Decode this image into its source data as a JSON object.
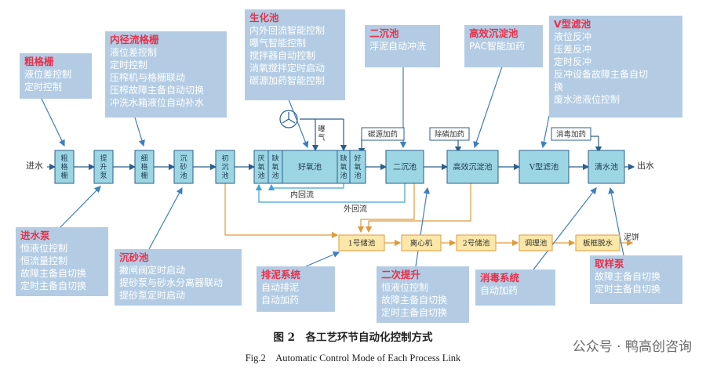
{
  "process_units": [
    {
      "id": "coarse-screen",
      "label": "粗\n格\n栅"
    },
    {
      "id": "lift-pump",
      "label": "提\n升\n泵"
    },
    {
      "id": "fine-screen",
      "label": "细\n格\n栅"
    },
    {
      "id": "grit-chamber",
      "label": "沉\n砂\n池"
    },
    {
      "id": "primary-clarifier",
      "label": "初\n沉\n池"
    },
    {
      "id": "anaerobic",
      "label": "厌\n氧\n池"
    },
    {
      "id": "anoxic-1",
      "label": "缺\n氧\n池"
    },
    {
      "id": "aerobic-1",
      "label": "好氧池"
    },
    {
      "id": "anoxic-2",
      "label": "缺\n氧\n池"
    },
    {
      "id": "aerobic-2",
      "label": "好\n氧\n池"
    },
    {
      "id": "secondary-clarifier",
      "label": "二沉池"
    },
    {
      "id": "high-eff-settling",
      "label": "高效沉淀池"
    },
    {
      "id": "v-filter",
      "label": "V型滤池"
    },
    {
      "id": "clear-water",
      "label": "清水池"
    }
  ],
  "sludge_units": [
    {
      "id": "storage-1",
      "label": "1号储池"
    },
    {
      "id": "centrifuge",
      "label": "离心机"
    },
    {
      "id": "storage-2",
      "label": "2号储池"
    },
    {
      "id": "conditioning",
      "label": "调理池"
    },
    {
      "id": "plate-press",
      "label": "板框脱水"
    }
  ],
  "dosing": [
    {
      "id": "carbon-dosing",
      "label": "碳源加药"
    },
    {
      "id": "p-removal-dosing",
      "label": "除磷加药"
    },
    {
      "id": "disinfect-dosing",
      "label": "消毒加药"
    }
  ],
  "flow_labels": {
    "inlet": "进水",
    "outlet": "出水",
    "sludge_out": "泥饼",
    "aeration": "曝\n气",
    "internal": "内回流",
    "external": "外回流"
  },
  "callouts": [
    {
      "id": "coarse-screen",
      "title": "粗格栅",
      "lines": [
        "液位差控制",
        "定时控制"
      ]
    },
    {
      "id": "fine-screen",
      "title": "内径流格栅",
      "lines": [
        "液位差控制",
        "定时控制",
        "压榨机与格栅联动",
        "压榨故障主备自动切换",
        "冲洗水箱液位自动补水"
      ]
    },
    {
      "id": "bio-tank",
      "title": "生化池",
      "lines": [
        "内外回流智能控制",
        "曝气智能控制",
        "搅拌器自动控制",
        "消氧搅拌定时启动",
        "碳源加药智能控制"
      ]
    },
    {
      "id": "secondary-clarifier",
      "title": "二沉池",
      "lines": [
        "浮泥自动冲洗"
      ]
    },
    {
      "id": "high-eff-settling",
      "title": "高效沉淀池",
      "lines": [
        "PAC智能加药"
      ]
    },
    {
      "id": "v-filter",
      "title": "V型滤池",
      "lines": [
        "液位反冲",
        "压差反冲",
        "定时反冲",
        "反冲设备故障主备自切",
        "换",
        "废水池液位控制"
      ]
    },
    {
      "id": "influent-pump",
      "title": "进水泵",
      "lines": [
        "恒液位控制",
        "恒流量控制",
        "故障主备自切换",
        "定时主备自切换"
      ]
    },
    {
      "id": "grit-chamber",
      "title": "沉砂池",
      "lines": [
        "撇闸阀定时启动",
        "提砂泵与砂水分离器联动",
        "提砂泵定时启动"
      ]
    },
    {
      "id": "sludge-discharge",
      "title": "排泥系统",
      "lines": [
        "自动排泥",
        "自动加药"
      ]
    },
    {
      "id": "secondary-lift",
      "title": "二次提升",
      "lines": [
        "恒液位控制",
        "故障主备自切换",
        "定时主备自切换"
      ]
    },
    {
      "id": "disinfection",
      "title": "消毒系统",
      "lines": [
        "自动加药"
      ]
    },
    {
      "id": "sampling-pump",
      "title": "取样泵",
      "lines": [
        "故障主备自切换",
        "定时主备自切换"
      ]
    }
  ],
  "caption": {
    "cn": "图 2　各工艺环节自动化控制方式",
    "en": "Fig.2　Automatic Control Mode of Each Process Link"
  },
  "watermark": "公众号 · 鸭高创咨询",
  "colors": {
    "unit_fill": "#9dd6e3",
    "sludge_fill": "#fbe8a8",
    "callout_bg": "#b3cce4",
    "callout_title": "#e8304a",
    "flow_line": "#2b5f8c",
    "sludge_line": "#e09a3c",
    "return_line": "#3fa4d6",
    "arrow_line": "#3d7fbf"
  }
}
